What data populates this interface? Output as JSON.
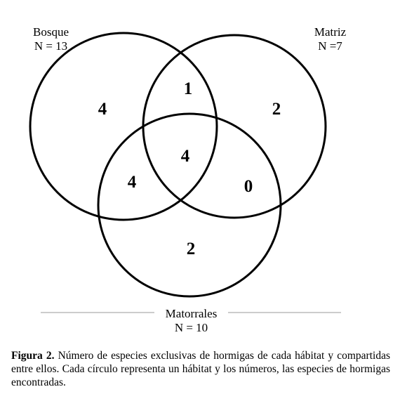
{
  "sets": [
    {
      "name": "Bosque",
      "n_label": "N  = 13"
    },
    {
      "name": "Matriz",
      "n_label": "N  =7"
    },
    {
      "name": "Matorrales",
      "n_label": "N  = 10"
    }
  ],
  "regions": {
    "bosque_only": "4",
    "bosque_matriz": "1",
    "matriz_only": "2",
    "all_three": "4",
    "bosque_matorrales": "4",
    "matriz_matorrales": "0",
    "matorrales_only": "2"
  },
  "caption": {
    "prefix": "Figura 2.",
    "text": " Número de especies exclusivas de hormigas de cada hábitat y compartidas entre ellos. Cada círculo representa un hábitat y los números,  las especies de hormigas encontradas."
  }
}
